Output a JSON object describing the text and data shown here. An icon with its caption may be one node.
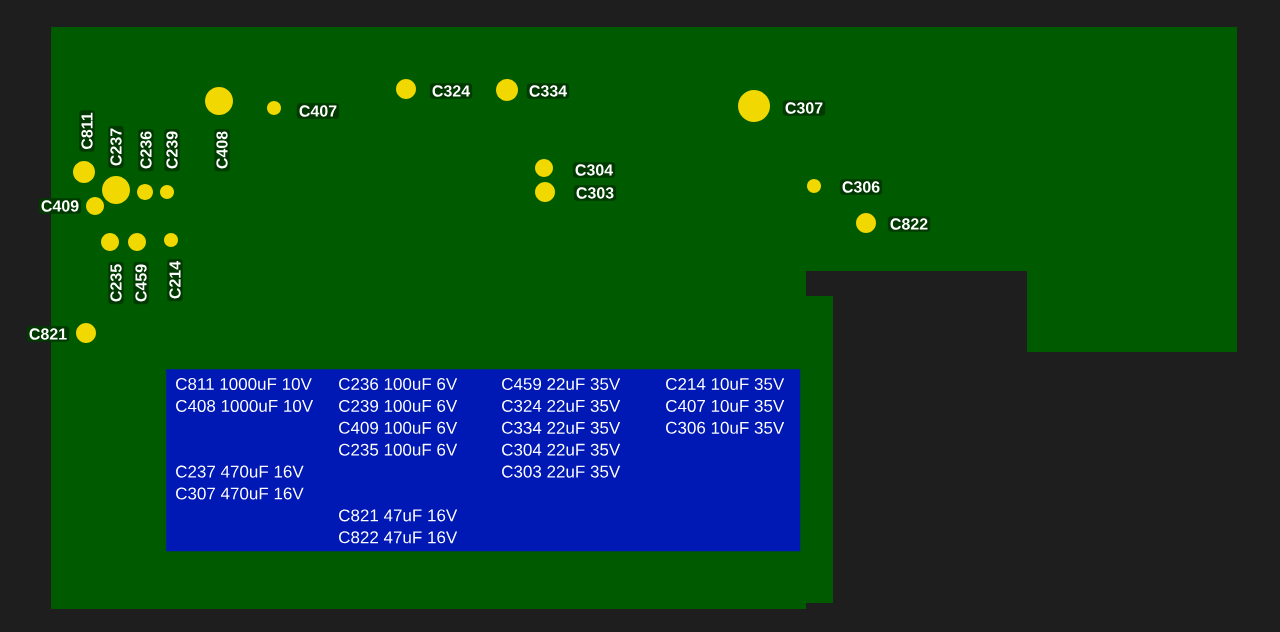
{
  "diagram": {
    "nodes": [
      {
        "text": [],
        "shape": "circle",
        "beside": [
          "C408"
        ]
      },
      {
        "text": [],
        "shape": "circle",
        "beside": [
          "C407"
        ]
      },
      {
        "text": [],
        "shape": "circle",
        "beside": [
          "C324"
        ]
      },
      {
        "text": [],
        "shape": "circle",
        "beside": [
          "C334"
        ]
      },
      {
        "text": [],
        "shape": "circle",
        "beside": [
          "C307"
        ]
      },
      {
        "text": [],
        "shape": "circle",
        "beside": [
          "C811"
        ]
      },
      {
        "text": [],
        "shape": "circle",
        "beside": [
          "C237"
        ]
      },
      {
        "text": [],
        "shape": "circle",
        "beside": [
          "C236"
        ]
      },
      {
        "text": [],
        "shape": "circle",
        "beside": [
          "C239"
        ]
      },
      {
        "text": [],
        "shape": "circle",
        "beside": [
          "C304"
        ]
      },
      {
        "text": [],
        "shape": "circle",
        "beside": [
          "C303"
        ]
      },
      {
        "text": [],
        "shape": "circle",
        "beside": [
          "C306"
        ]
      },
      {
        "text": [],
        "shape": "circle",
        "beside": [
          "C409"
        ]
      },
      {
        "text": [],
        "shape": "circle",
        "beside": [
          "C822"
        ]
      },
      {
        "text": [],
        "shape": "circle",
        "beside": [
          "C235"
        ]
      },
      {
        "text": [],
        "shape": "circle",
        "beside": [
          "C459"
        ]
      },
      {
        "text": [],
        "shape": "circle",
        "beside": [
          "C214"
        ]
      },
      {
        "text": [],
        "shape": "circle",
        "beside": [
          "C821"
        ]
      },
      {
        "text": [
          "C811 1000uF 10V",
          "C408 1000uF 10V",
          "C237 470uF 16V",
          "C307 470uF 16V",
          "C236 100uF 6V",
          "C239 100uF 6V",
          "C409 100uF 6V",
          "C235 100uF 6V",
          "C821 47uF 16V",
          "C822 47uF 16V",
          "C459 22uF 35V",
          "C324 22uF 35V",
          "C334 22uF 35V",
          "C304 22uF 35V",
          "C303 22uF 35V",
          "C214 10uF 35V",
          "C407 10uF 35V",
          "C306 10uF 35V"
        ]
      }
    ]
  }
}
